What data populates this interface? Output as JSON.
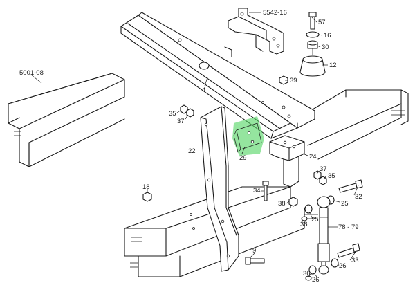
{
  "highlight_color": "#4fd45f",
  "labels": {
    "ref_5542": "5542-16",
    "ref_5001": "5001-08",
    "p57": "57",
    "p16": "16",
    "p30": "30",
    "p12": "12",
    "p39": "39",
    "p4": "4",
    "p35a": "35",
    "p37a": "37",
    "p22": "22",
    "p29": "29",
    "p24": "24",
    "p37b": "37",
    "p35b": "35",
    "p34": "34",
    "p18": "18",
    "p38": "38",
    "p32": "32",
    "p25a": "25",
    "p36a": "36",
    "p25b": "25",
    "p78": "78 - 79",
    "p9": "9",
    "p33": "33",
    "p26a": "26",
    "p36b": "36",
    "p26b": "26"
  }
}
